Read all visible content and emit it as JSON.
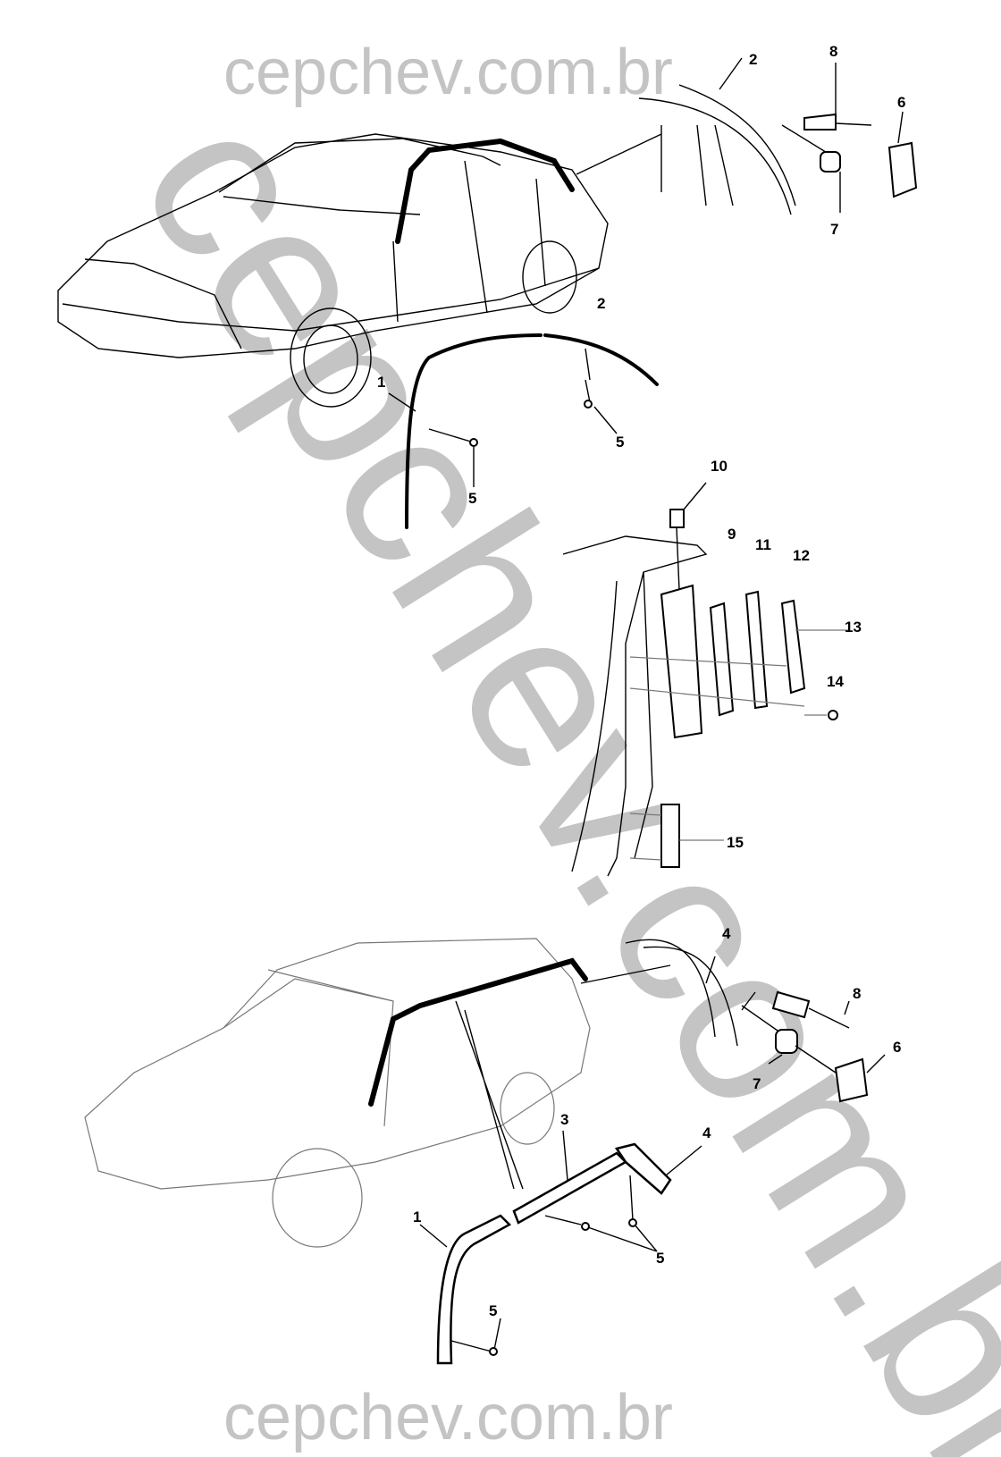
{
  "watermark": {
    "text": "cepchev.com.br"
  },
  "upper_assembly": {
    "callouts": [
      "2",
      "8",
      "6",
      "7",
      "2",
      "1",
      "5",
      "5"
    ]
  },
  "pillar_assembly": {
    "callouts": [
      "10",
      "9",
      "11",
      "12",
      "13",
      "14",
      "15"
    ]
  },
  "lower_assembly": {
    "callouts": [
      "4",
      "8",
      "6",
      "7",
      "3",
      "4",
      "1",
      "5",
      "5"
    ]
  }
}
